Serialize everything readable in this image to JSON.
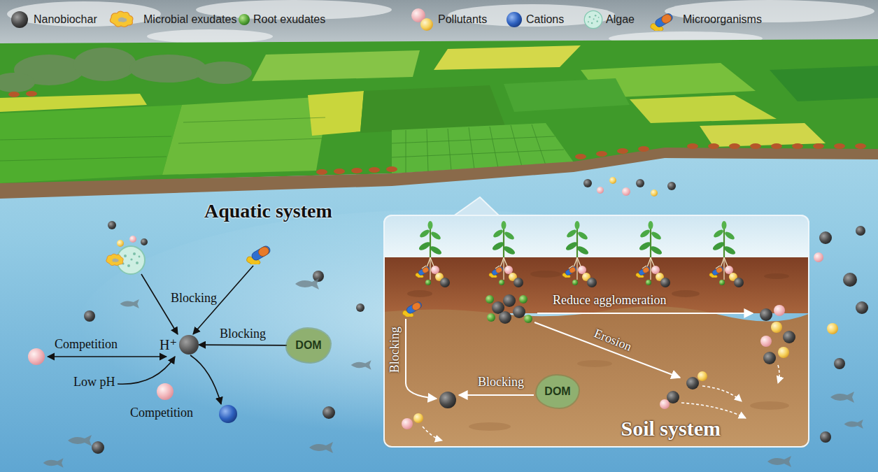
{
  "diagram": {
    "nodes": [
      {
        "text": [
          "H⁺"
        ]
      },
      {
        "text": [
          "DOM"
        ]
      },
      {
        "text": [
          "Soil system"
        ]
      },
      {
        "text": [
          "DOM"
        ],
        "in": 2
      }
    ],
    "edges": [
      {
        "from": 1,
        "to": 0,
        "label": "Blocking",
        "arrow": "to"
      }
    ],
    "labels": [
      "Aquatic system",
      "Blocking",
      "Competition",
      "Low pH",
      "Competition",
      "Reduce agglomeration",
      "Erosion",
      "Blocking",
      "Blocking"
    ],
    "legend": [
      {
        "text": "Nanobiochar"
      },
      {
        "text": "Microbial exudates"
      },
      {
        "text": "Root exudates"
      },
      {
        "text": "Pollutants"
      },
      {
        "text": "Cations"
      },
      {
        "text": "Algae"
      },
      {
        "text": "Microorganisms"
      }
    ]
  }
}
